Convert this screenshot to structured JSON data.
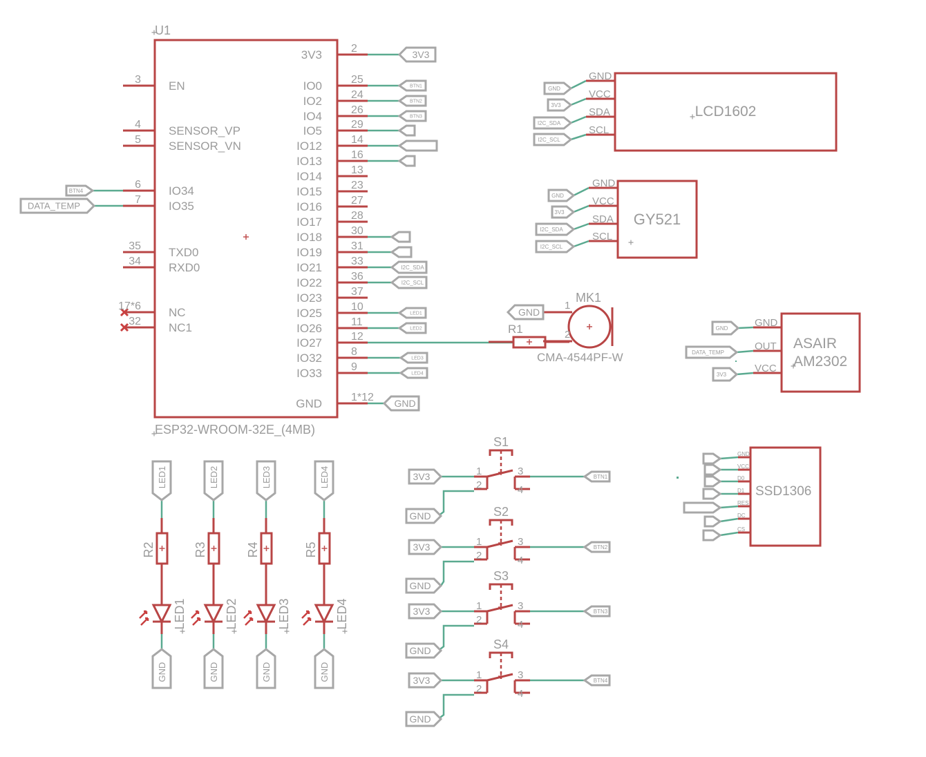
{
  "u1": {
    "ref": "U1",
    "value": "ESP32-WROOM-32E_(4MB)",
    "left_pins": [
      {
        "num": "3",
        "name": "EN"
      },
      {
        "num": "4",
        "name": "SENSOR_VP"
      },
      {
        "num": "5",
        "name": "SENSOR_VN"
      },
      {
        "num": "6",
        "name": "IO34"
      },
      {
        "num": "7",
        "name": "IO35"
      },
      {
        "num": "35",
        "name": "TXD0"
      },
      {
        "num": "34",
        "name": "RXD0"
      },
      {
        "num": "17*6",
        "name": "NC"
      },
      {
        "num": "32",
        "name": "NC1"
      }
    ],
    "right_pins": [
      {
        "num": "2",
        "name": "3V3"
      },
      {
        "num": "25",
        "name": "IO0"
      },
      {
        "num": "24",
        "name": "IO2"
      },
      {
        "num": "26",
        "name": "IO4"
      },
      {
        "num": "29",
        "name": "IO5"
      },
      {
        "num": "14",
        "name": "IO12"
      },
      {
        "num": "16",
        "name": "IO13"
      },
      {
        "num": "13",
        "name": "IO14"
      },
      {
        "num": "23",
        "name": "IO15"
      },
      {
        "num": "27",
        "name": "IO16"
      },
      {
        "num": "28",
        "name": "IO17"
      },
      {
        "num": "30",
        "name": "IO18"
      },
      {
        "num": "31",
        "name": "IO19"
      },
      {
        "num": "33",
        "name": "IO21"
      },
      {
        "num": "36",
        "name": "IO22"
      },
      {
        "num": "37",
        "name": "IO23"
      },
      {
        "num": "10",
        "name": "IO25"
      },
      {
        "num": "11",
        "name": "IO26"
      },
      {
        "num": "12",
        "name": "IO27"
      },
      {
        "num": "8",
        "name": "IO32"
      },
      {
        "num": "9",
        "name": "IO33"
      },
      {
        "num": "1*12",
        "name": "GND"
      }
    ]
  },
  "net_labels": {
    "v3v3": "3V3",
    "gnd": "GND",
    "btn1": "BTN1",
    "btn2": "BTN2",
    "btn3": "BTN3",
    "btn4": "BTN4",
    "data_temp": "DATA_TEMP",
    "i2c_sda": "I2C_SDA",
    "i2c_scl": "I2C_SCL",
    "led1": "LED1",
    "led2": "LED2",
    "led3": "LED3",
    "led4": "LED4"
  },
  "lcd": {
    "name": "LCD1602",
    "pins": [
      "GND",
      "VCC",
      "SDA",
      "SCL"
    ]
  },
  "gy": {
    "name": "GY521",
    "pins": [
      "GND",
      "VCC",
      "SDA",
      "SCL"
    ]
  },
  "mic": {
    "ref": "MK1",
    "value": "CMA-4544PF-W",
    "pin1": "1",
    "pin2": "2"
  },
  "r1": {
    "ref": "R1"
  },
  "asair": {
    "line1": "ASAIR",
    "line2": "AM2302",
    "pins": [
      "GND",
      "OUT",
      "VCC"
    ]
  },
  "ssd": {
    "name": "SSD1306",
    "pins": [
      "GND",
      "VCC",
      "D0",
      "D1",
      "RES",
      "DC",
      "CS"
    ]
  },
  "leds": [
    {
      "net": "LED1",
      "res": "R2",
      "led": "LED1"
    },
    {
      "net": "LED2",
      "res": "R3",
      "led": "LED2"
    },
    {
      "net": "LED3",
      "res": "R4",
      "led": "LED3"
    },
    {
      "net": "LED4",
      "res": "R5",
      "led": "LED4"
    }
  ],
  "switches": [
    {
      "ref": "S1",
      "net": "BTN1"
    },
    {
      "ref": "S2",
      "net": "BTN2"
    },
    {
      "ref": "S3",
      "net": "BTN3"
    },
    {
      "ref": "S4",
      "net": "BTN4"
    }
  ],
  "sw_pins": [
    "1",
    "2",
    "3",
    "4"
  ]
}
